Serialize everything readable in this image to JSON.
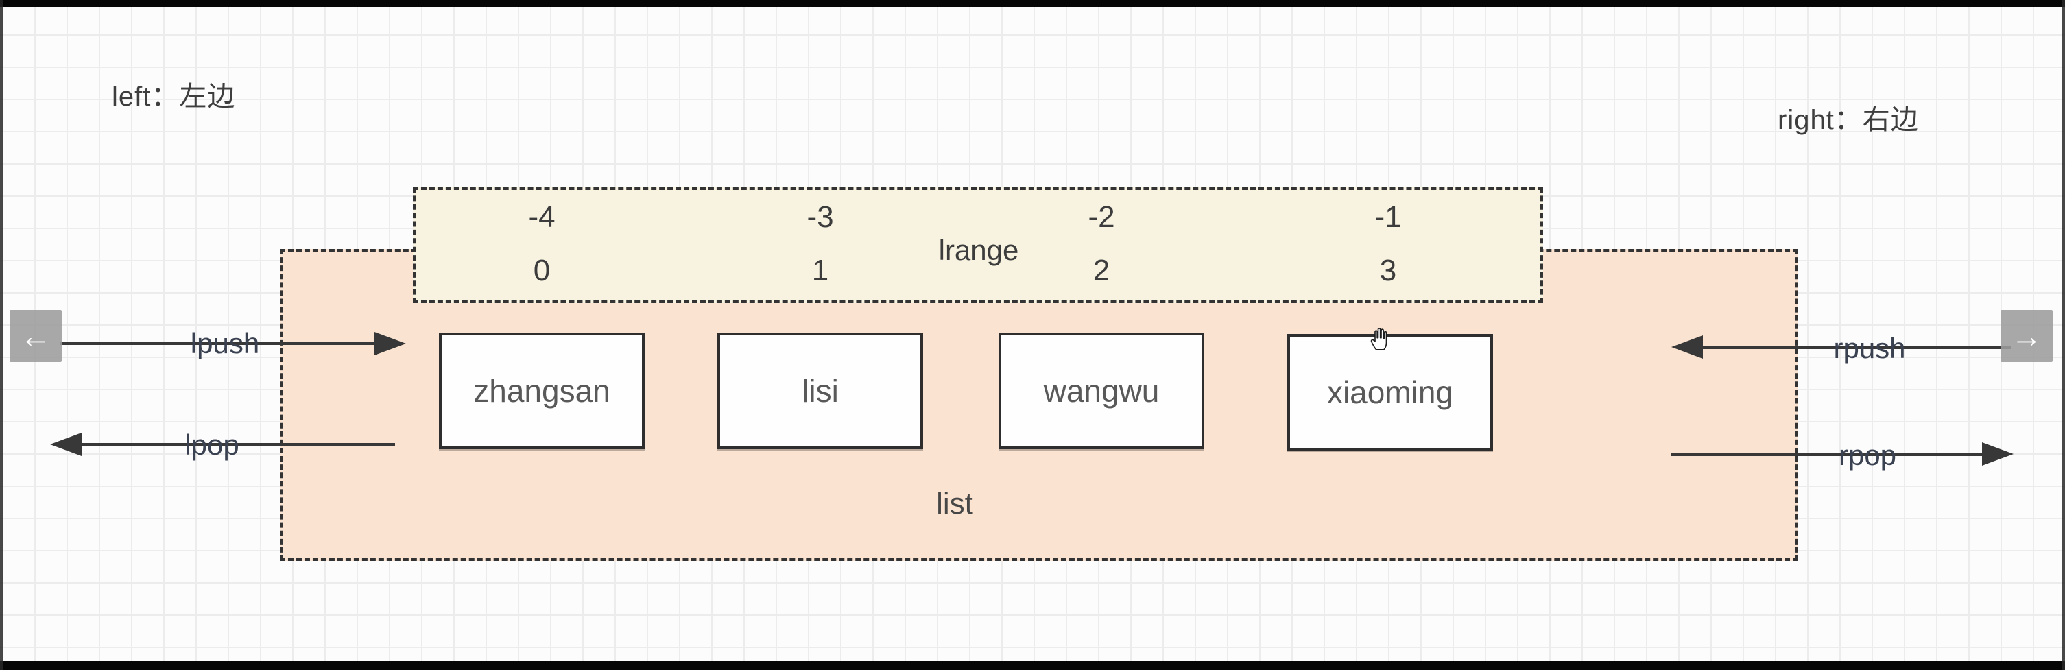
{
  "labels": {
    "left": "left：左边",
    "right": "right：右边"
  },
  "lrange": {
    "label": "lrange",
    "top_indices": [
      "-4",
      "-3",
      "-2",
      "-1"
    ],
    "bottom_indices": [
      "0",
      "1",
      "2",
      "3"
    ]
  },
  "list": {
    "label": "list",
    "items": [
      "zhangsan",
      "lisi",
      "wangwu",
      "xiaoming"
    ]
  },
  "operations": {
    "lpush": "lpush",
    "lpop": "lpop",
    "rpush": "rpush",
    "rpop": "rpop"
  },
  "nav": {
    "prev": "←",
    "next": "→"
  },
  "icons": {
    "cursor": "hand-grab-cursor"
  },
  "colors": {
    "list_fill": "#fae3d0",
    "lrange_fill": "#f8f3e1",
    "item_fill": "#fefefe",
    "dash_border": "#333333",
    "arrow": "#383838",
    "grid_line": "#ececec",
    "page_bg": "#fcfcfc",
    "letterbox": "#060606",
    "nav_button": "#9c9c9c"
  }
}
